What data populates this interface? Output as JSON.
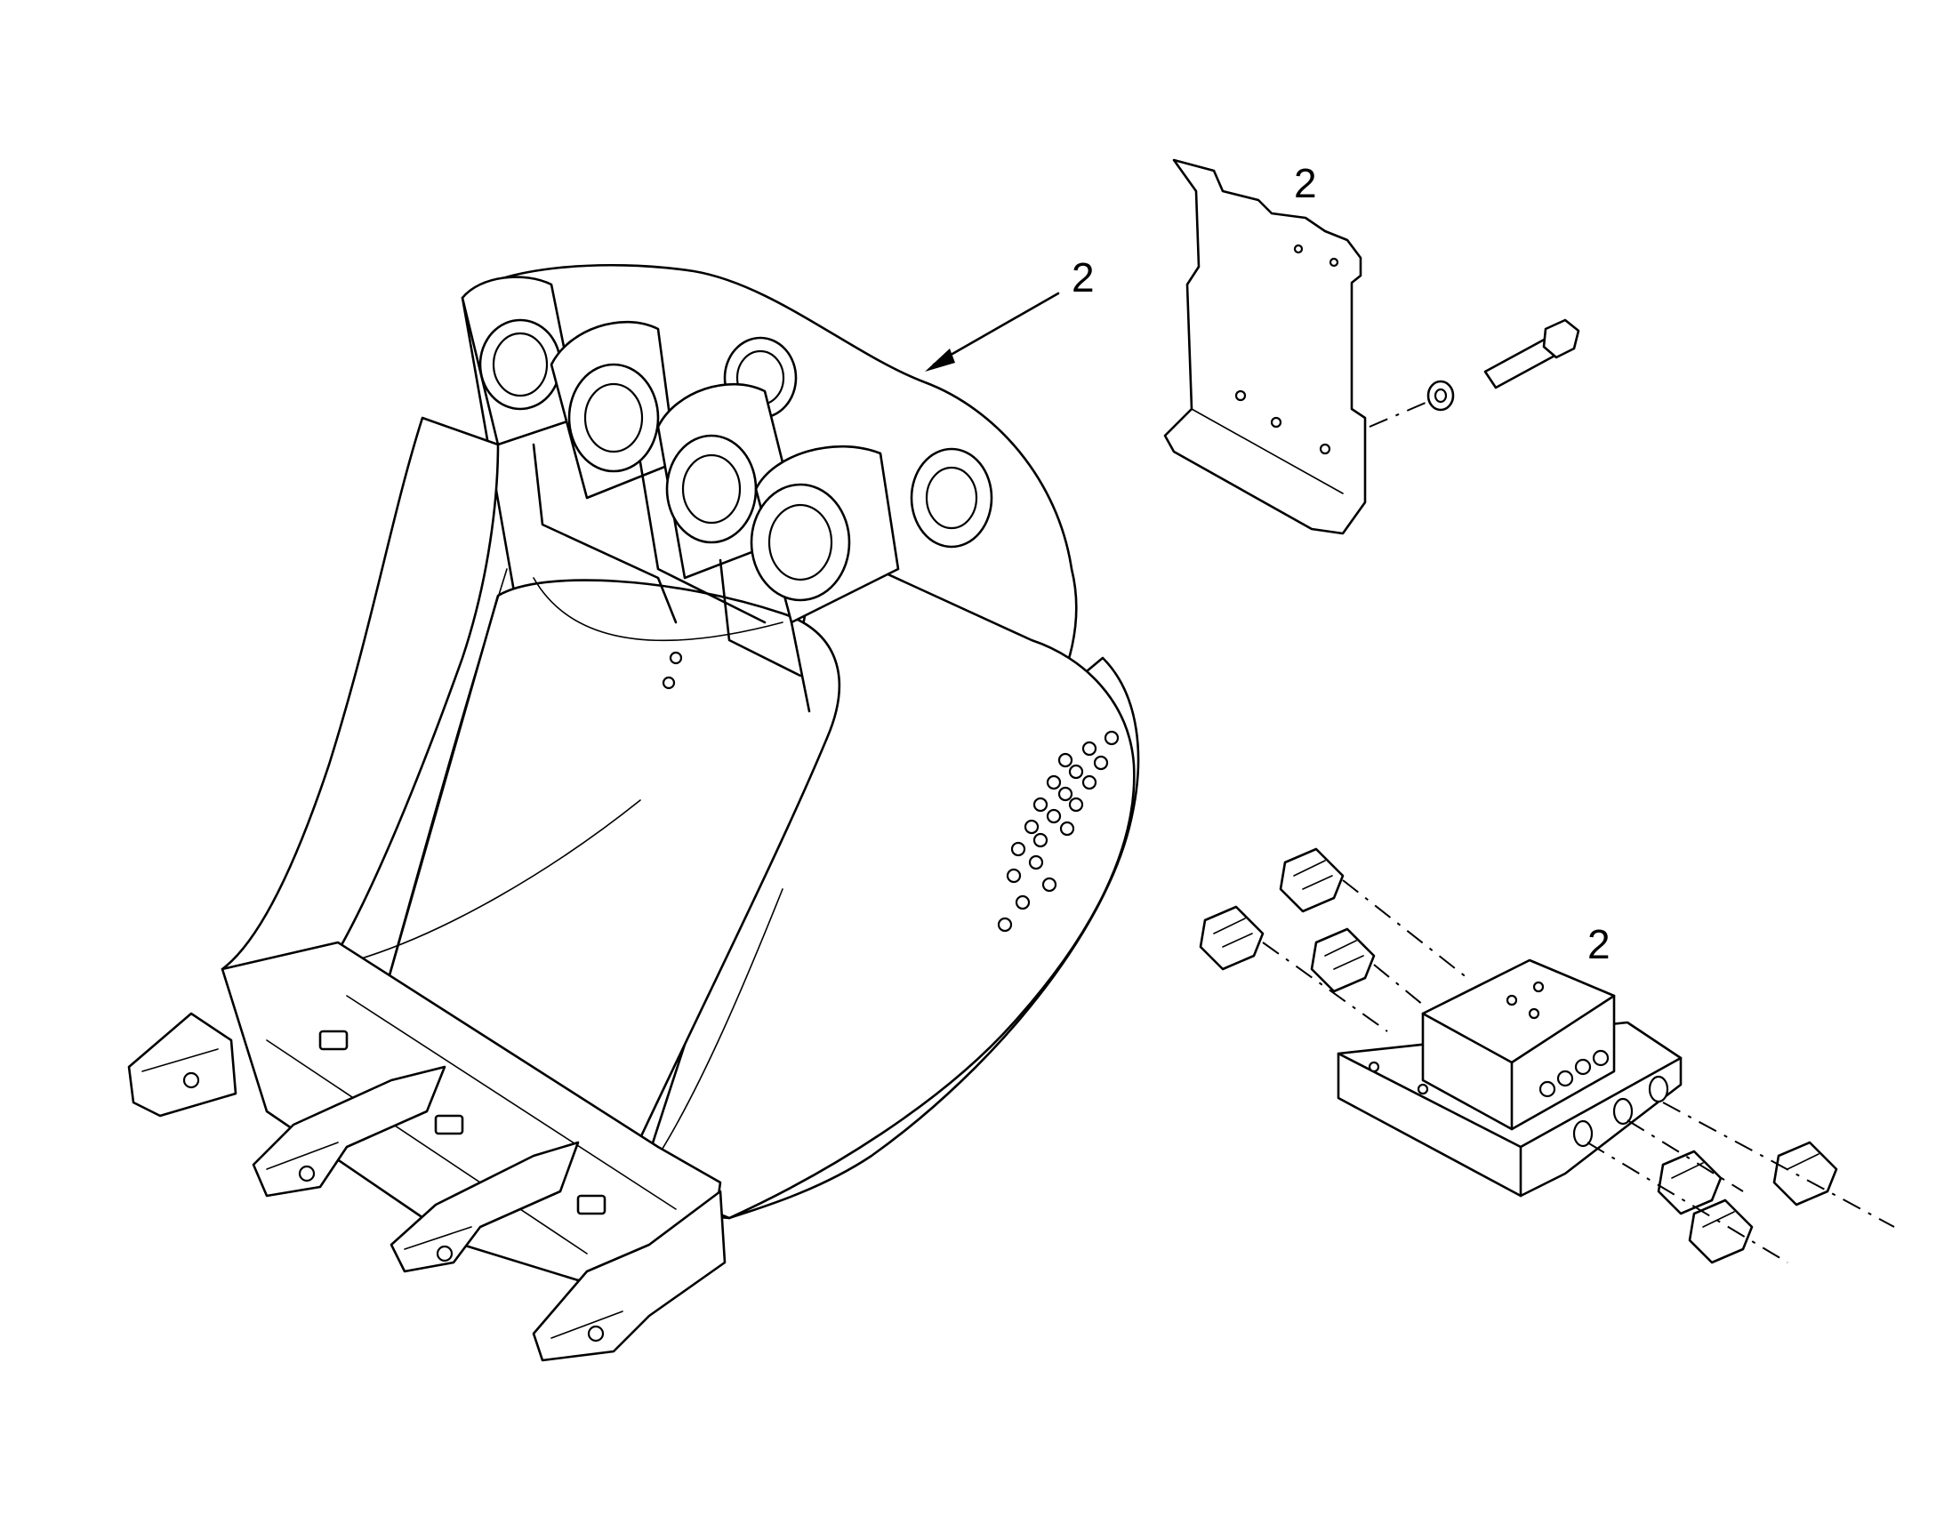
{
  "callouts": {
    "bucket": "2",
    "plate": "2",
    "valve_block": "2"
  }
}
